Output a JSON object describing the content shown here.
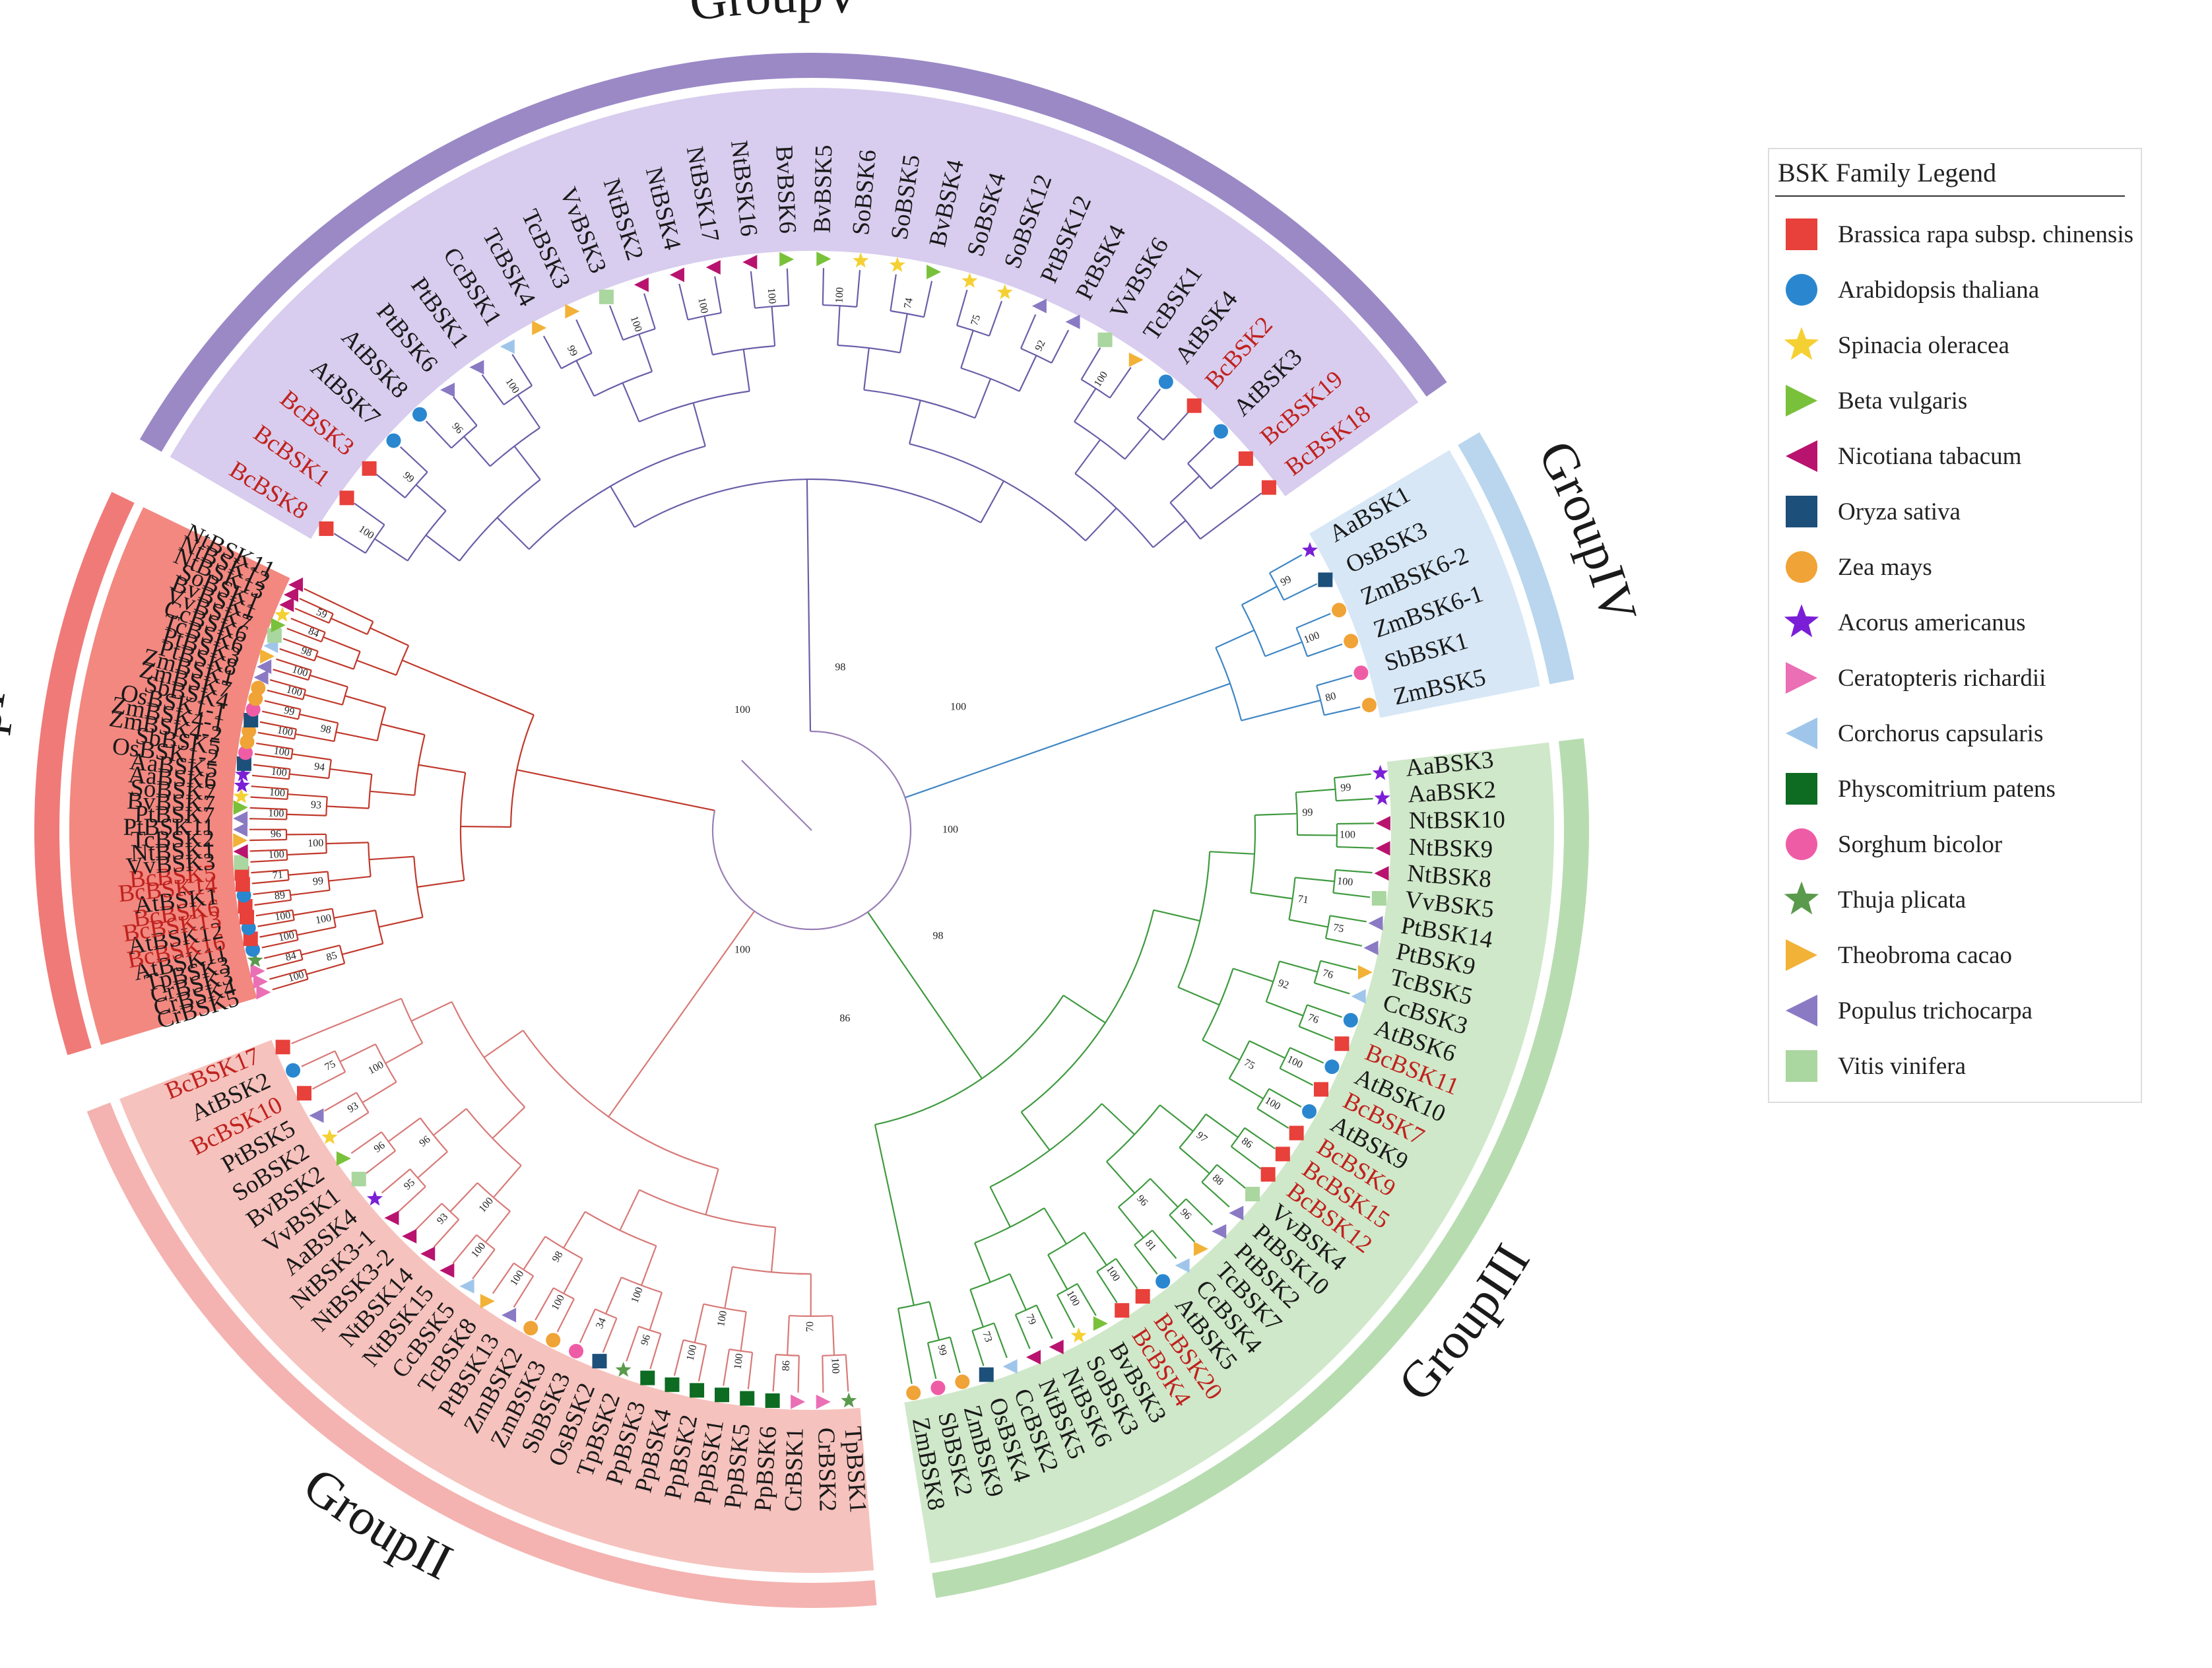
{
  "groups": [
    {
      "key": "V",
      "label": "GroupV",
      "arc_color": "#9b89c6",
      "sector_color": "#d8cdee",
      "branch_color": "#6b5ea8",
      "leaves": [
        "BcBSK8",
        "BcBSK1",
        "BcBSK3",
        "AtBSK7",
        "AtBSK8",
        "PtBSK6",
        "PtBSK1",
        "CcBSK1",
        "TcBSK4",
        "TcBSK3",
        "VvBSK3",
        "NtBSK2",
        "NtBSK4",
        "NtBSK17",
        "NtBSK16",
        "BvBSK6",
        "BvBSK5",
        "SoBSK6",
        "SoBSK5",
        "BvBSK4",
        "SoBSK4",
        "SoBSK12",
        "PtBSK12",
        "PtBSK4",
        "VvBSK6",
        "TcBSK1",
        "AtBSK4",
        "BcBSK2",
        "AtBSK3",
        "BcBSK19",
        "BcBSK18"
      ],
      "species": [
        "Br",
        "Br",
        "Br",
        "At",
        "At",
        "Pt",
        "Pt",
        "Cc",
        "Tc",
        "Tc",
        "Vv",
        "Nt",
        "Nt",
        "Nt",
        "Nt",
        "Bv",
        "Bv",
        "So",
        "So",
        "Bv",
        "So",
        "So",
        "Pt",
        "Pt",
        "Vv",
        "Tc",
        "At",
        "Br",
        "At",
        "Br",
        "Br"
      ],
      "bootstraps": [
        "100",
        "99",
        "96",
        "100",
        "99",
        "100",
        "100",
        "100",
        "100",
        "74",
        "75",
        "92",
        "100"
      ]
    },
    {
      "key": "IV",
      "label": "GroupIV",
      "arc_color": "#b9d6ee",
      "sector_color": "#d7e7f6",
      "branch_color": "#3f86c4",
      "leaves": [
        "AaBSK1",
        "OsBSK3",
        "ZmBSK6-2",
        "ZmBSK6-1",
        "SbBSK1",
        "ZmBSK5"
      ],
      "species": [
        "Aa",
        "Os",
        "Zm",
        "Zm",
        "Sb",
        "Zm"
      ],
      "bootstraps": [
        "99",
        "100",
        "80"
      ]
    },
    {
      "key": "III",
      "label": "GroupIII",
      "arc_color": "#b7dcb0",
      "sector_color": "#cfe8c9",
      "branch_color": "#3f9a3f",
      "leaves": [
        "AaBSK3",
        "AaBSK2",
        "NtBSK10",
        "NtBSK9",
        "NtBSK8",
        "VvBSK5",
        "PtBSK14",
        "PtBSK9",
        "TcBSK5",
        "CcBSK3",
        "AtBSK6",
        "BcBSK11",
        "AtBSK10",
        "BcBSK7",
        "AtBSK9",
        "BcBSK9",
        "BcBSK15",
        "BcBSK12",
        "VvBSK4",
        "PtBSK10",
        "PtBSK2",
        "TcBSK7",
        "CcBSK4",
        "AtBSK5",
        "BcBSK20",
        "BcBSK4",
        "BvBSK3",
        "SoBSK3",
        "NtBSK6",
        "NtBSK5",
        "CcBSK2",
        "OsBSK4",
        "ZmBSK9",
        "SbBSK2",
        "ZmBSK8"
      ],
      "species": [
        "Aa",
        "Aa",
        "Nt",
        "Nt",
        "Nt",
        "Vv",
        "Pt",
        "Pt",
        "Tc",
        "Cc",
        "At",
        "Br",
        "At",
        "Br",
        "At",
        "Br",
        "Br",
        "Br",
        "Vv",
        "Pt",
        "Pt",
        "Tc",
        "Cc",
        "At",
        "Br",
        "Br",
        "Bv",
        "So",
        "Nt",
        "Nt",
        "Cc",
        "Os",
        "Zm",
        "Sb",
        "Zm"
      ],
      "bootstraps": [
        "99",
        "100",
        "100",
        "75",
        "76",
        "76",
        "100",
        "100",
        "86",
        "88",
        "96",
        "81",
        "100",
        "100",
        "79",
        "73",
        "99",
        "99",
        "71",
        "92",
        "75",
        "97",
        "96"
      ]
    },
    {
      "key": "II",
      "label": "GroupII",
      "arc_color": "#f4b3b0",
      "sector_color": "#f6c2bd",
      "branch_color": "#d77a78",
      "leaves": [
        "TpBSK1",
        "CrBSK2",
        "CrBSK1",
        "PpBSK6",
        "PpBSK5",
        "PpBSK1",
        "PpBSK2",
        "PpBSK4",
        "PpBSK3",
        "TpBSK2",
        "OsBSK2",
        "SbBSK3",
        "ZmBSK3",
        "ZmBSK2",
        "PtBSK13",
        "TcBSK8",
        "CcBSK5",
        "NtBSK15",
        "NtBSK14",
        "NtBSK3-2",
        "NtBSK3-1",
        "AaBSK4",
        "VvBSK1",
        "BvBSK2",
        "SoBSK2",
        "PtBSK5",
        "BcBSK10",
        "AtBSK2",
        "BcBSK17"
      ],
      "species": [
        "Tp",
        "Cr",
        "Cr",
        "Pp",
        "Pp",
        "Pp",
        "Pp",
        "Pp",
        "Pp",
        "Tp",
        "Os",
        "Sb",
        "Zm",
        "Zm",
        "Pt",
        "Tc",
        "Cc",
        "Nt",
        "Nt",
        "Nt",
        "Nt",
        "Aa",
        "Vv",
        "Bv",
        "So",
        "Pt",
        "Br",
        "At",
        "Br"
      ],
      "bootstraps": [
        "100",
        "86",
        "100",
        "100",
        "96",
        "34",
        "100",
        "100",
        "100",
        "93",
        "95",
        "96",
        "93",
        "75",
        "70",
        "100",
        "100",
        "98",
        "100",
        "96",
        "100"
      ]
    },
    {
      "key": "I",
      "label": "GroupI",
      "arc_color": "#f07a78",
      "sector_color": "#f28880",
      "branch_color": "#c0392b",
      "leaves": [
        "CrBSK5",
        "CrBSK4",
        "CrBSK3",
        "TpBSK3",
        "AtBSK11",
        "BcBSK16",
        "AtBSK12",
        "BcBSK13",
        "BcBSK6",
        "AtBSK1",
        "BcBSK14",
        "BcBSK5",
        "VvBSK3",
        "NtBSK1",
        "TcBSK2",
        "PtBSK11",
        "PtBSK7",
        "BvBSK7",
        "SoBSK7",
        "AaBSK6",
        "AaBSK5",
        "OsBSK1-2",
        "SbBSK5",
        "ZmBSK4-2",
        "ZmBSK4-1",
        "OsBSK1-1",
        "SbBSK4",
        "ZmBSK7",
        "ZmBSK1",
        "PtBSK8",
        "PtBSK3",
        "TcBSK6",
        "CcBSK6",
        "VvBSK7",
        "BvBSK1",
        "SoBSK1",
        "NtBSK13",
        "NtBSK12",
        "NtBSK11"
      ],
      "species": [
        "Cr",
        "Cr",
        "Cr",
        "Tp",
        "At",
        "Br",
        "At",
        "Br",
        "Br",
        "At",
        "Br",
        "Br",
        "Vv",
        "Nt",
        "Tc",
        "Pt",
        "Pt",
        "Bv",
        "So",
        "Aa",
        "Aa",
        "Os",
        "Sb",
        "Zm",
        "Zm",
        "Os",
        "Sb",
        "Zm",
        "Zm",
        "Pt",
        "Pt",
        "Tc",
        "Cc",
        "Vv",
        "Bv",
        "So",
        "Nt",
        "Nt",
        "Nt"
      ],
      "bootstraps": [
        "100",
        "84",
        "100",
        "100",
        "89",
        "71",
        "100",
        "96",
        "100",
        "100",
        "100",
        "100",
        "100",
        "99",
        "100",
        "100",
        "98",
        "84",
        "59",
        "85",
        "100",
        "99",
        "100",
        "93",
        "94",
        "98"
      ]
    }
  ],
  "root_bootstraps": [
    "100",
    "98",
    "100",
    "100",
    "98",
    "86",
    "100"
  ],
  "legend": {
    "title": "BSK Family Legend",
    "items": [
      {
        "code": "Br",
        "label": "Brassica rapa subsp. chinensis",
        "shape": "square",
        "color": "#e8403a"
      },
      {
        "code": "At",
        "label": "Arabidopsis thaliana",
        "shape": "circle",
        "color": "#2a87cf"
      },
      {
        "code": "So",
        "label": "Spinacia oleracea",
        "shape": "star",
        "color": "#f5d033"
      },
      {
        "code": "Bv",
        "label": "Beta vulgaris",
        "shape": "tri-right",
        "color": "#79c13a"
      },
      {
        "code": "Nt",
        "label": "Nicotiana tabacum",
        "shape": "tri-left",
        "color": "#b8136e"
      },
      {
        "code": "Os",
        "label": "Oryza sativa",
        "shape": "square",
        "color": "#1c4f7a"
      },
      {
        "code": "Zm",
        "label": "Zea mays",
        "shape": "circle",
        "color": "#f0a336"
      },
      {
        "code": "Aa",
        "label": "Acorus americanus",
        "shape": "star",
        "color": "#7b1fd6"
      },
      {
        "code": "Cr",
        "label": "Ceratopteris richardii",
        "shape": "tri-right",
        "color": "#ea6fb4"
      },
      {
        "code": "Cc",
        "label": "Corchorus capsularis",
        "shape": "tri-left",
        "color": "#9fc6ea"
      },
      {
        "code": "Pp",
        "label": "Physcomitrium patens",
        "shape": "square",
        "color": "#0e6b22"
      },
      {
        "code": "Sb",
        "label": "Sorghum bicolor",
        "shape": "circle",
        "color": "#ef5ca6"
      },
      {
        "code": "Tp",
        "label": "Thuja plicata",
        "shape": "star",
        "color": "#5a9a4c"
      },
      {
        "code": "Tc",
        "label": "Theobroma cacao",
        "shape": "tri-right",
        "color": "#f2b237"
      },
      {
        "code": "Pt",
        "label": "Populus trichocarpa",
        "shape": "tri-left",
        "color": "#8a7ac4"
      },
      {
        "code": "Vv",
        "label": "Vitis vinifera",
        "shape": "square",
        "color": "#aad69f"
      }
    ]
  },
  "highlight_color": "#c0221e",
  "label_color": "#1a1a1a"
}
